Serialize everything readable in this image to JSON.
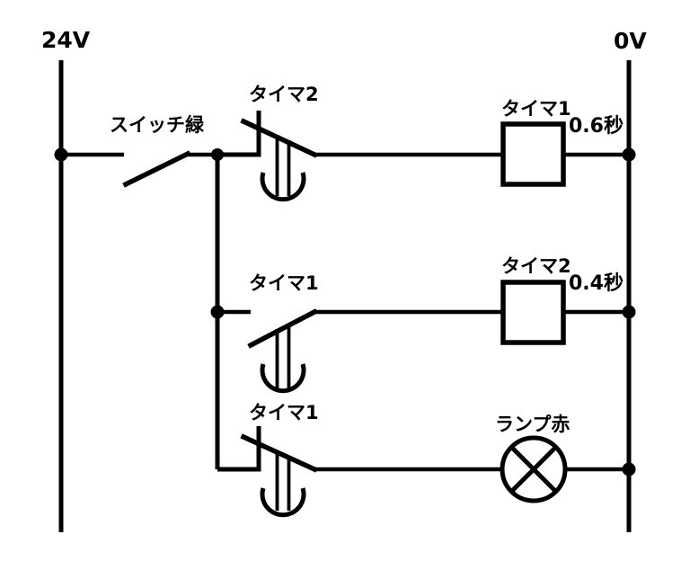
{
  "diagram_type": "relay-ladder-circuit",
  "colors": {
    "line": "#000000",
    "background": "#ffffff"
  },
  "rails": {
    "left_label": "24V",
    "right_label": "0V"
  },
  "rung1": {
    "switch_label": "スイッチ緑",
    "contact_label": "タイマ2",
    "coil_label": "タイマ1",
    "coil_value": "0.6秒"
  },
  "rung2": {
    "contact_label": "タイマ1",
    "coil_label": "タイマ2",
    "coil_value": "0.4秒"
  },
  "rung3": {
    "contact_label": "タイマ1",
    "lamp_label": "ランプ赤"
  }
}
